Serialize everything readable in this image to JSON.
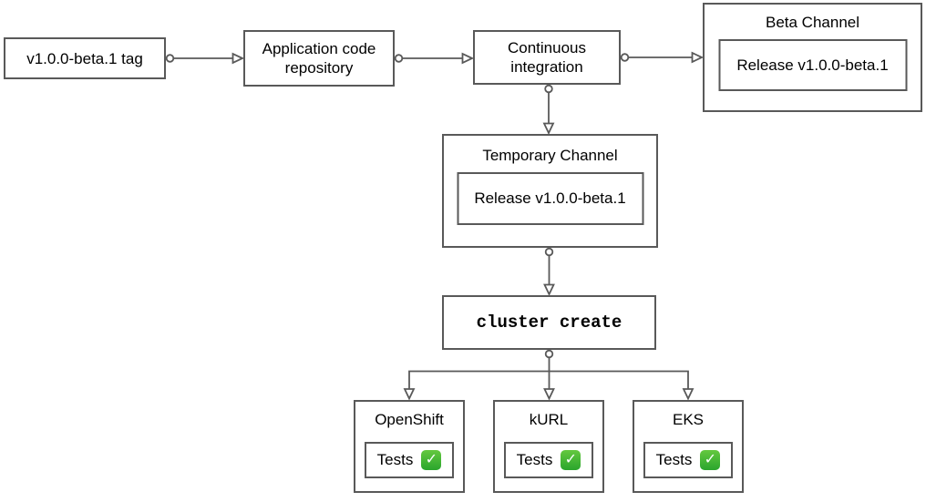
{
  "canvas": {
    "background": "#ffffff",
    "line_color": "#595959",
    "text_color": "#000000"
  },
  "nodes": {
    "tag": {
      "label": "v1.0.0-beta.1 tag"
    },
    "repo": {
      "label": "Application code\nrepository"
    },
    "ci": {
      "label": "Continuous\nintegration"
    },
    "beta_channel": {
      "title": "Beta Channel",
      "release_label": "Release v1.0.0-beta.1"
    },
    "temporary_channel": {
      "title": "Temporary Channel",
      "release_label": "Release v1.0.0-beta.1"
    },
    "cluster_create": {
      "label": "cluster create"
    }
  },
  "platforms": [
    {
      "title": "OpenShift",
      "tests_label": "Tests",
      "status_icon": "✓"
    },
    {
      "title": "kURL",
      "tests_label": "Tests",
      "status_icon": "✓"
    },
    {
      "title": "EKS",
      "tests_label": "Tests",
      "status_icon": "✓"
    }
  ],
  "icons": {
    "check_color": "#2aa52d"
  }
}
